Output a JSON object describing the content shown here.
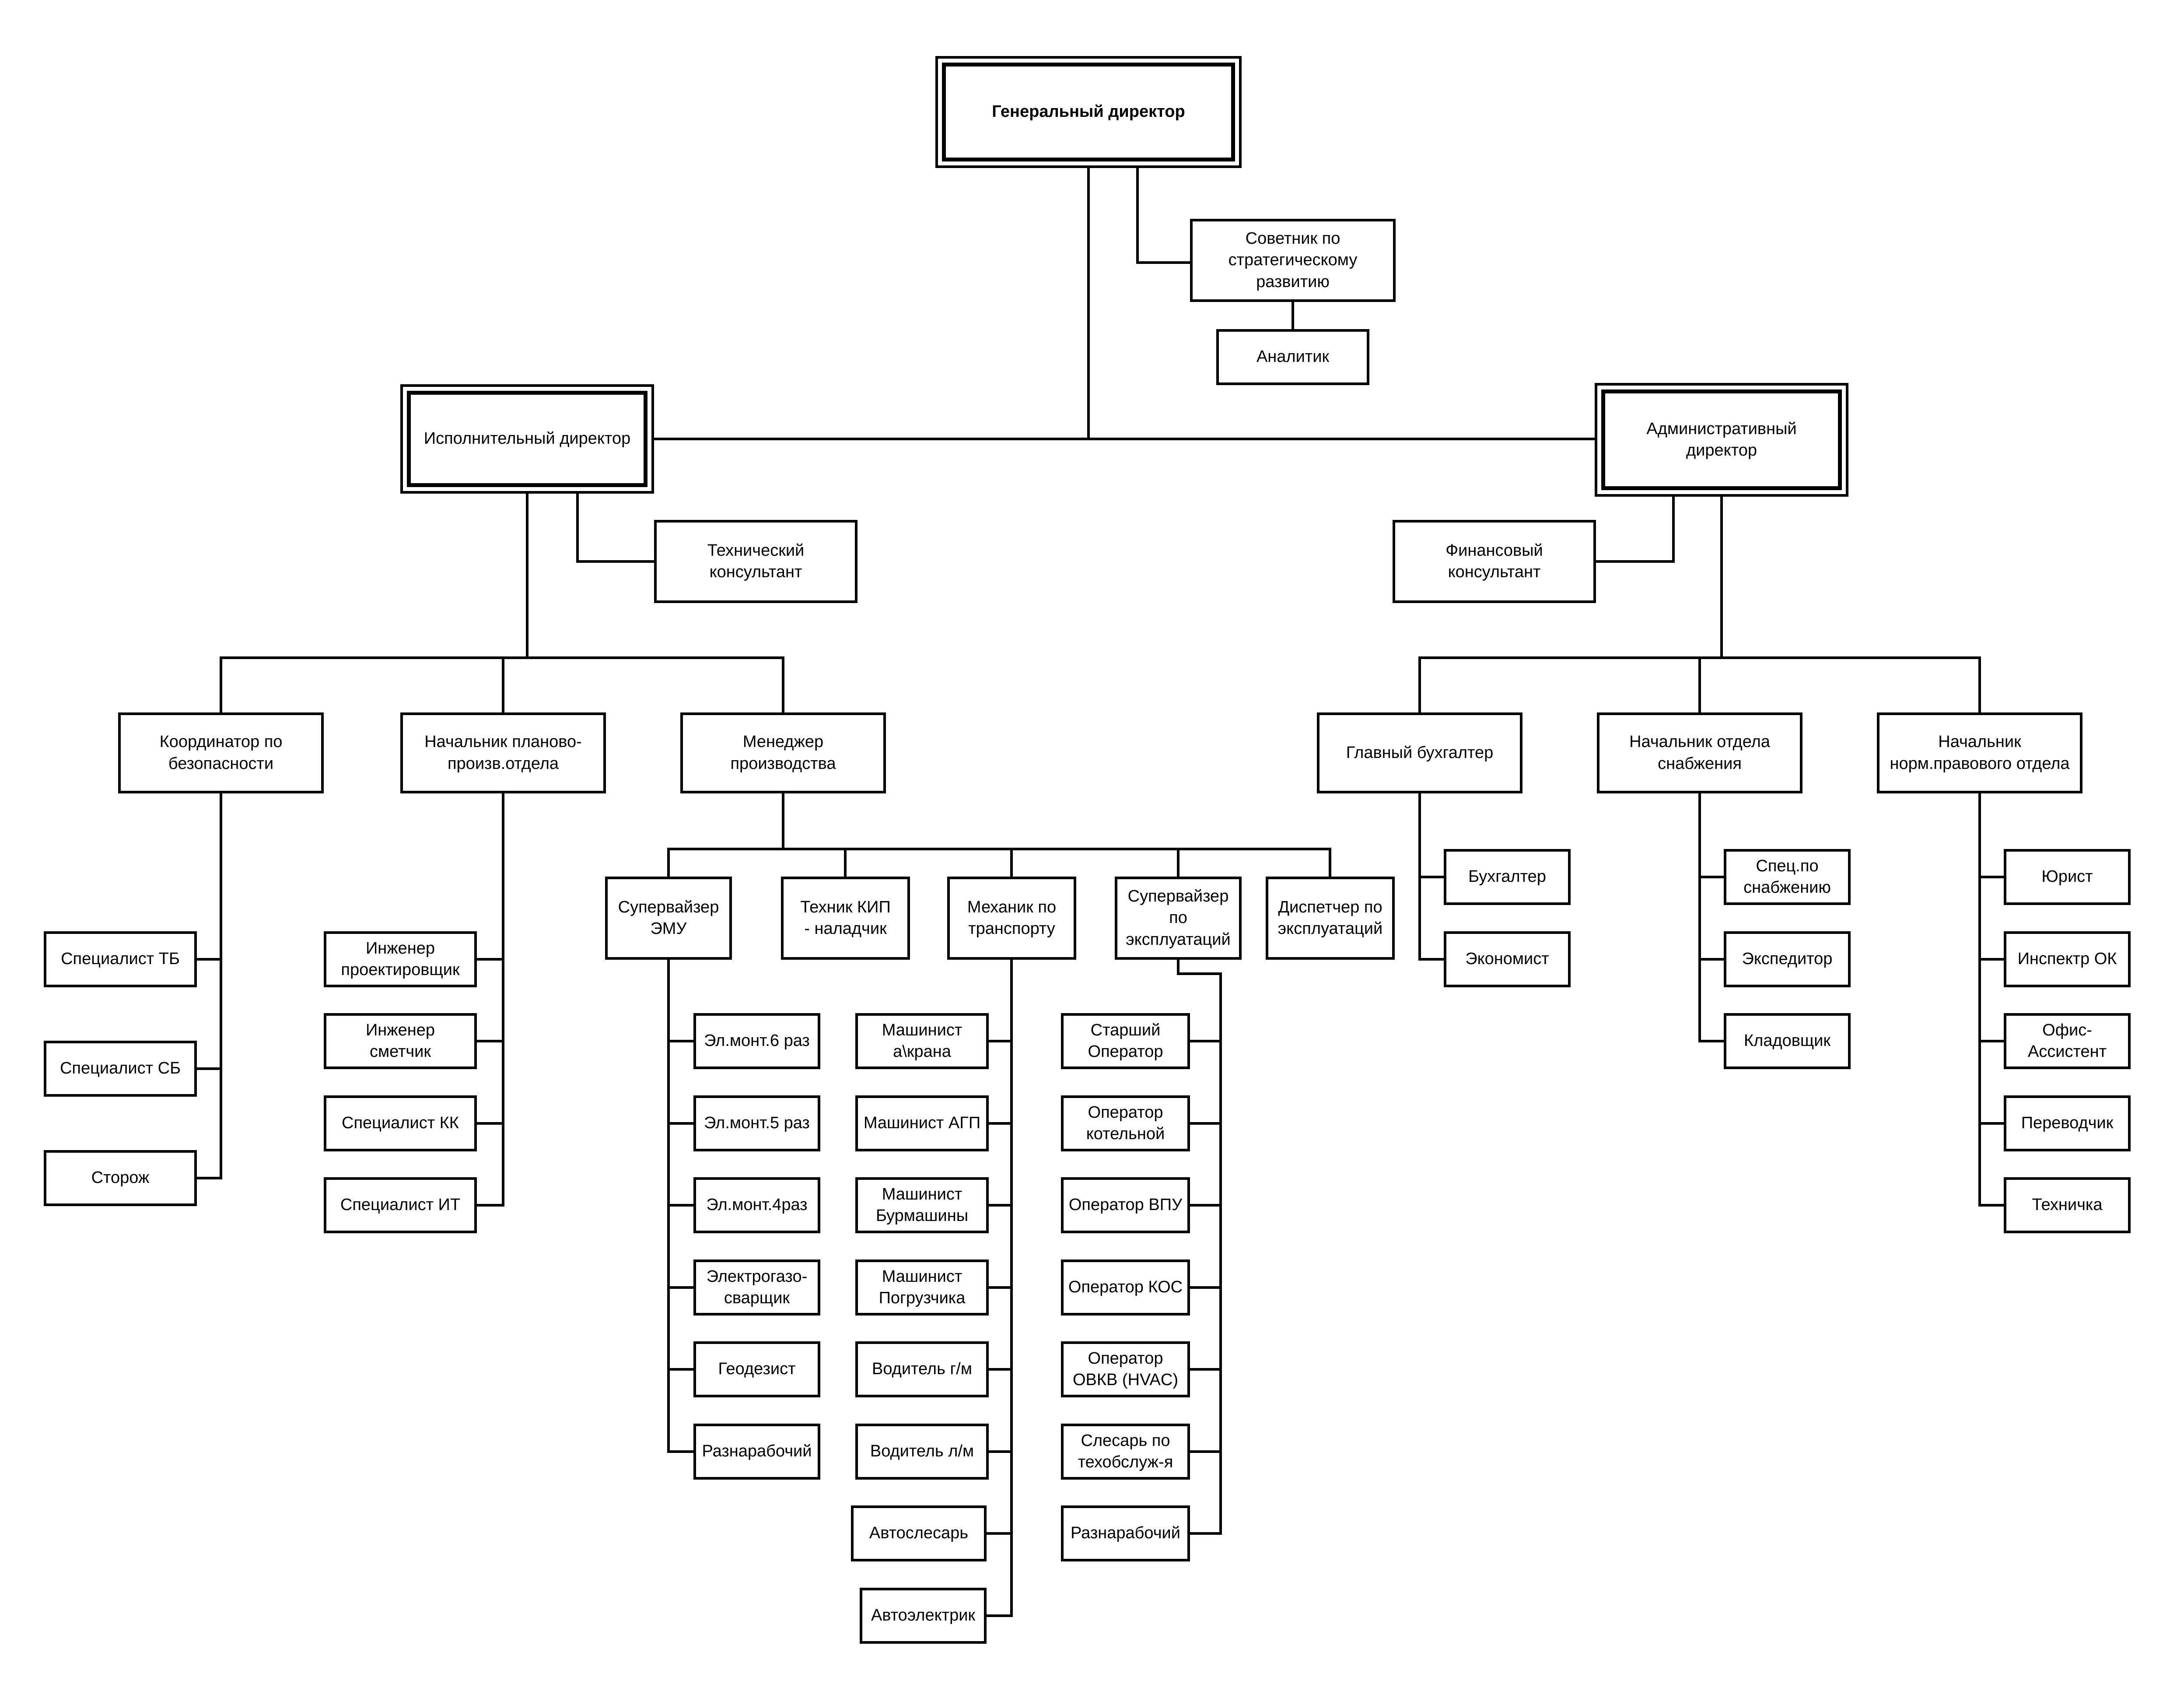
{
  "nodes": [
    {
      "id": "gen-director",
      "label": "Генеральный директор",
      "style": "double-bold"
    },
    {
      "id": "strategy-advisor",
      "label": "Советник по\nстратегическому\nразвитию"
    },
    {
      "id": "analyst",
      "label": "Аналитик"
    },
    {
      "id": "exec-director",
      "label": "Исполнительный директор",
      "style": "double"
    },
    {
      "id": "admin-director",
      "label": "Административный\nдиректор",
      "style": "double"
    },
    {
      "id": "tech-consultant",
      "label": "Технический\nконсультант"
    },
    {
      "id": "fin-consultant",
      "label": "Финансовый\nконсультант"
    },
    {
      "id": "security-coordinator",
      "label": "Координатор по\nбезопасности"
    },
    {
      "id": "planning-head",
      "label": "Начальник планово-\nпроизв.отдела"
    },
    {
      "id": "production-manager",
      "label": "Менеджер\nпроизводства"
    },
    {
      "id": "chief-accountant",
      "label": "Главный бухгалтер"
    },
    {
      "id": "supply-head",
      "label": "Начальник отдела\nснабжения"
    },
    {
      "id": "legal-head",
      "label": "Начальник\nнорм.правового отдела"
    },
    {
      "id": "safety-specialist",
      "label": "Специалист ТБ"
    },
    {
      "id": "sb-specialist",
      "label": "Специалист СБ"
    },
    {
      "id": "watchman",
      "label": "Сторож"
    },
    {
      "id": "design-engineer",
      "label": "Инженер\nпроектировщик"
    },
    {
      "id": "estimator-engineer",
      "label": "Инженер\nсметчик"
    },
    {
      "id": "qc-specialist",
      "label": "Специалист КК"
    },
    {
      "id": "it-specialist",
      "label": "Специалист ИТ"
    },
    {
      "id": "emu-supervisor",
      "label": "Супервайзер\nЭМУ"
    },
    {
      "id": "kip-technician",
      "label": "Техник КИП\n- наладчик"
    },
    {
      "id": "transport-mechanic",
      "label": "Механик по\nтранспорту"
    },
    {
      "id": "ops-supervisor",
      "label": "Супервайзер\nпо\nэксплуатаций"
    },
    {
      "id": "ops-dispatcher",
      "label": "Диспетчер по\nэксплуатаций"
    },
    {
      "id": "electrician-6",
      "label": "Эл.монт.6 раз"
    },
    {
      "id": "electrician-5",
      "label": "Эл.монт.5 раз"
    },
    {
      "id": "electrician-4",
      "label": "Эл.монт.4раз"
    },
    {
      "id": "electro-gas-welder",
      "label": "Электрогазо-\nсварщик"
    },
    {
      "id": "geodesist",
      "label": "Геодезист"
    },
    {
      "id": "laborer-emu",
      "label": "Разнарабочий"
    },
    {
      "id": "crane-operator",
      "label": "Машинист\nа\\крана"
    },
    {
      "id": "agp-operator",
      "label": "Машинист АГП"
    },
    {
      "id": "drill-operator",
      "label": "Машинист\nБурмашины"
    },
    {
      "id": "loader-operator",
      "label": "Машинист\nПогрузчика"
    },
    {
      "id": "driver-gm",
      "label": "Водитель г/м"
    },
    {
      "id": "driver-lm",
      "label": "Водитель л/м"
    },
    {
      "id": "auto-mechanic",
      "label": "Автослесарь"
    },
    {
      "id": "auto-electrician",
      "label": "Автоэлектрик"
    },
    {
      "id": "senior-operator",
      "label": "Старший\nОператор"
    },
    {
      "id": "boiler-operator",
      "label": "Оператор\nкотельной"
    },
    {
      "id": "vpu-operator",
      "label": "Оператор ВПУ"
    },
    {
      "id": "kos-operator",
      "label": "Оператор КОС"
    },
    {
      "id": "hvac-operator",
      "label": "Оператор\nОВКВ (HVAC)"
    },
    {
      "id": "maintenance-fitter",
      "label": "Слесарь по\nтехобслуж-я"
    },
    {
      "id": "laborer-ops",
      "label": "Разнарабочий"
    },
    {
      "id": "accountant",
      "label": "Бухгалтер"
    },
    {
      "id": "economist",
      "label": "Экономист"
    },
    {
      "id": "supply-specialist",
      "label": "Спец.по\nснабжению"
    },
    {
      "id": "forwarder",
      "label": "Экспедитор"
    },
    {
      "id": "storekeeper",
      "label": "Кладовщик"
    },
    {
      "id": "lawyer",
      "label": "Юрист"
    },
    {
      "id": "hr-inspector",
      "label": "Инспектр ОК"
    },
    {
      "id": "office-assistant",
      "label": "Офис-\nАссистент"
    },
    {
      "id": "translator",
      "label": "Переводчик"
    },
    {
      "id": "cleaner",
      "label": "Техничка"
    }
  ]
}
